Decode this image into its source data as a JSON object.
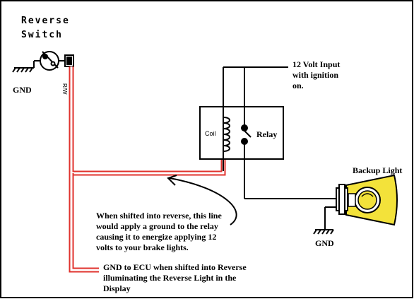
{
  "switch": {
    "title_line1": "Reverse",
    "title_line2": "Switch",
    "gnd_label": "GND",
    "wire_label": "R/W"
  },
  "relay": {
    "coil_label": "Coil",
    "relay_label": "Relay"
  },
  "power": {
    "line1": "12 Volt Input",
    "line2": "with ignition",
    "line3": "on."
  },
  "light": {
    "label": "Backup Light",
    "gnd_label": "GND"
  },
  "annotation_relay": {
    "line1": "When shifted into reverse, this line",
    "line2": "would apply a ground to the relay",
    "line3": "causing it to energize applying 12",
    "line4": "volts to your brake lights."
  },
  "annotation_ecu": {
    "line1": "GND to ECU when shifted into Reverse",
    "line2": "illuminating the Reverse Light in the",
    "line3": "Display"
  },
  "colors": {
    "wire_red": "#e0322c",
    "wire_black": "#000000",
    "bulb_yellow": "#f3e23a",
    "border": "#000000"
  }
}
